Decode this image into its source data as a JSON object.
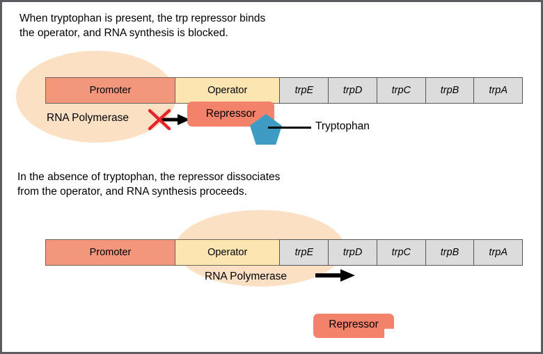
{
  "figure": {
    "title": "trp operon regulation diagram",
    "border_color": "#5b5b60",
    "background": "#ffffff"
  },
  "colors": {
    "promoter": "#f2977b",
    "operator": "#fce5b0",
    "gene": "#dcdcdc",
    "repressor": "#f2836a",
    "tryptophan": "#3e9cc4",
    "polymerase_ellipse": "#fce0c4",
    "block_x": "#e8232a",
    "arrow": "#000000"
  },
  "panel_one": {
    "caption": "When tryptophan is present, the trp repressor binds\nthe operator, and RNA synthesis is blocked.",
    "operon": {
      "segments": [
        {
          "label": "Promoter",
          "type": "promoter"
        },
        {
          "label": "Operator",
          "type": "operator"
        },
        {
          "label": "trpE",
          "type": "gene"
        },
        {
          "label": "trpD",
          "type": "gene"
        },
        {
          "label": "trpC",
          "type": "gene"
        },
        {
          "label": "trpB",
          "type": "gene"
        },
        {
          "label": "trpA",
          "type": "gene"
        }
      ]
    },
    "polymerase_label": "RNA Polymerase",
    "repressor_label": "Repressor",
    "tryptophan_label": "Tryptophan",
    "blocked_icon": "red-x-icon",
    "arrow_icon": "right-arrow-icon"
  },
  "panel_two": {
    "caption": "In the absence of tryptophan, the repressor dissociates\nfrom the operator, and RNA synthesis proceeds.",
    "operon": {
      "segments": [
        {
          "label": "Promoter",
          "type": "promoter"
        },
        {
          "label": "Operator",
          "type": "operator"
        },
        {
          "label": "trpE",
          "type": "gene"
        },
        {
          "label": "trpD",
          "type": "gene"
        },
        {
          "label": "trpC",
          "type": "gene"
        },
        {
          "label": "trpB",
          "type": "gene"
        },
        {
          "label": "trpA",
          "type": "gene"
        }
      ]
    },
    "polymerase_label": "RNA Polymerase",
    "repressor_label": "Repressor",
    "arrow_icon": "right-arrow-icon"
  }
}
